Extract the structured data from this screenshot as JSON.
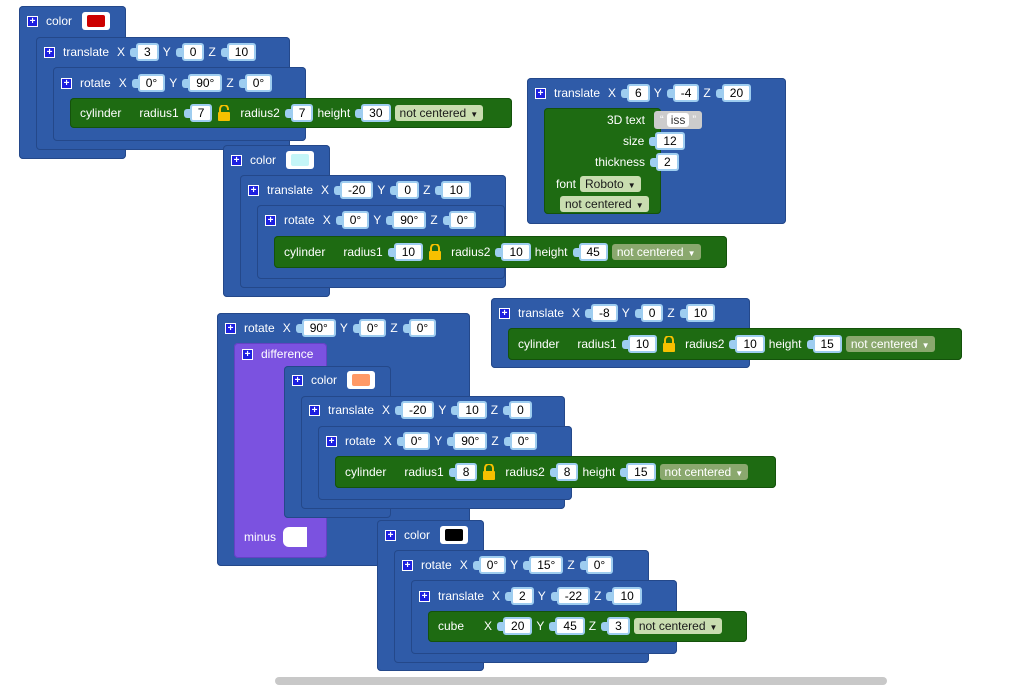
{
  "colors": {
    "red": "#cc0000",
    "cyan": "#c4f5f7",
    "peach": "#ff9966",
    "black": "#000000"
  },
  "kw": {
    "color": "color",
    "translate": "translate",
    "rotate": "rotate",
    "cylinder": "cylinder",
    "cube": "cube",
    "radius1": "radius1",
    "radius2": "radius2",
    "height": "height",
    "x": "X",
    "y": "Y",
    "z": "Z",
    "not_centered": "not centered",
    "difference": "difference",
    "minus": "minus",
    "text3d": "3D text",
    "size": "size",
    "thickness": "thickness",
    "font": "font",
    "roboto": "Roboto"
  },
  "g1": {
    "translate": [
      "3",
      "0",
      "10"
    ],
    "rotate": [
      "0°",
      "90°",
      "0°"
    ],
    "cylinder": [
      "7",
      "7",
      "30"
    ]
  },
  "g2": {
    "translate": [
      "6",
      "-4",
      "20"
    ],
    "text": "iss",
    "size": "12",
    "thickness": "2"
  },
  "g3": {
    "translate": [
      "-20",
      "0",
      "10"
    ],
    "rotate": [
      "0°",
      "90°",
      "0°"
    ],
    "cylinder": [
      "10",
      "10",
      "45"
    ]
  },
  "g4": {
    "translate": [
      "-8",
      "0",
      "10"
    ],
    "cylinder": [
      "10",
      "10",
      "15"
    ]
  },
  "g5": {
    "rotate": [
      "90°",
      "0°",
      "0°"
    ],
    "translate": [
      "-20",
      "10",
      "0"
    ],
    "rotate2": [
      "0°",
      "90°",
      "0°"
    ],
    "cylinder": [
      "8",
      "8",
      "15"
    ]
  },
  "g6": {
    "rotate": [
      "0°",
      "15°",
      "0°"
    ],
    "translate": [
      "2",
      "-22",
      "10"
    ],
    "cube": [
      "20",
      "45",
      "3"
    ]
  }
}
